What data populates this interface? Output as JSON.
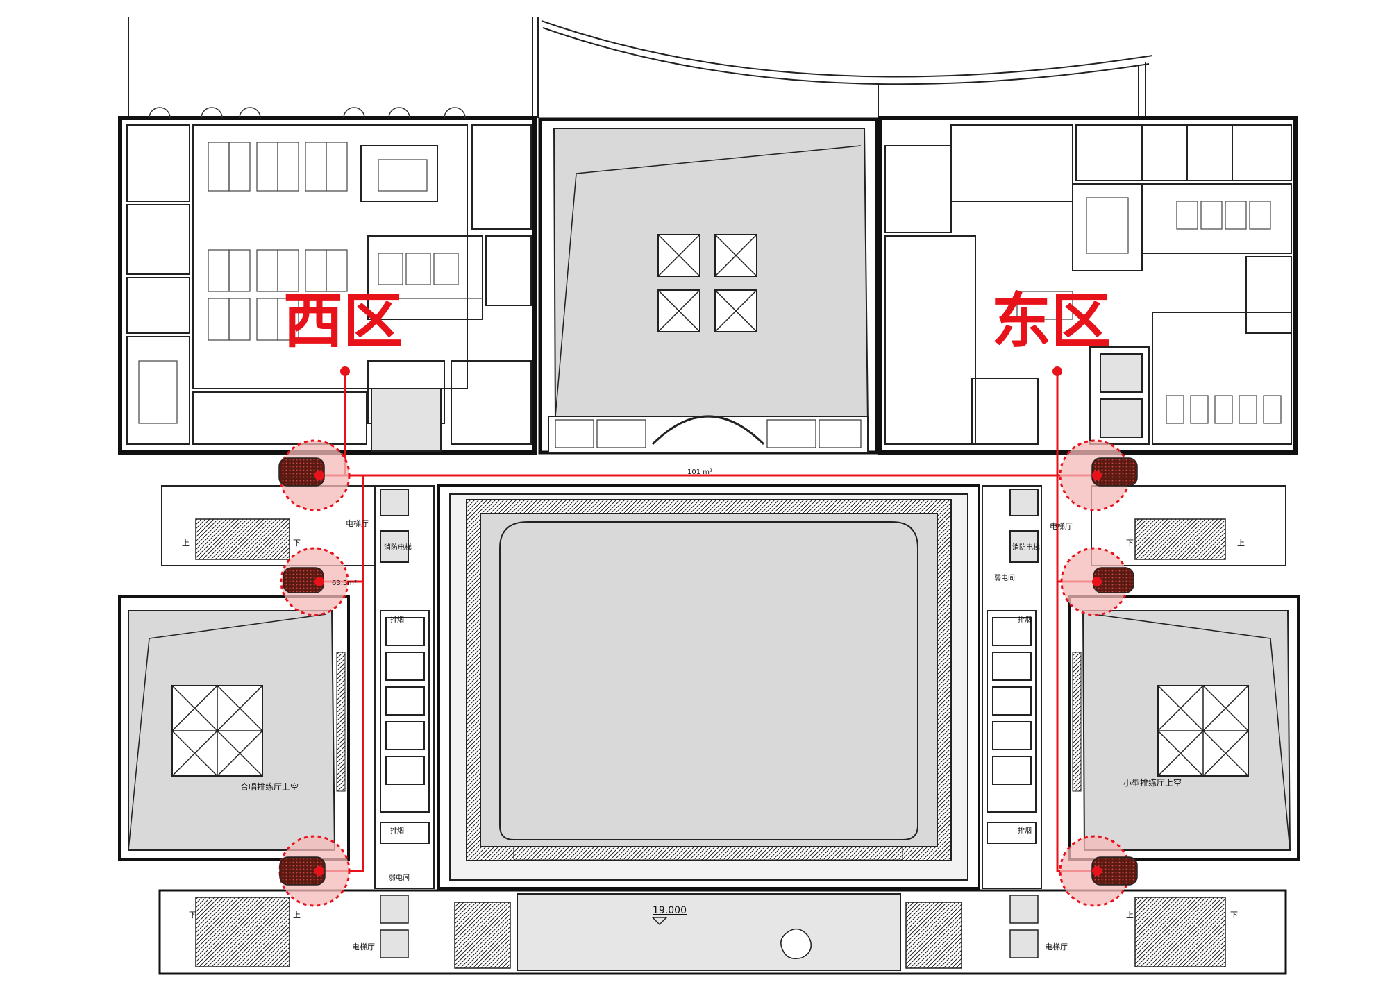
{
  "zones": {
    "west": "西区",
    "east": "东区"
  },
  "labels": {
    "left_hall": "合唱排练厅上空",
    "right_hall": "小型排练厅上空",
    "elevator_hall_ul": "电梯厅",
    "elevator_hall_ur": "电梯厅",
    "elevator_hall_ll": "电梯厅",
    "elevator_hall_lr": "电梯厅",
    "fire_elevator_l": "消防电梯",
    "fire_elevator_r": "消防电梯",
    "smoke_l1": "排烟",
    "smoke_l2": "排烟",
    "smoke_r1": "排烟",
    "smoke_r2": "排烟",
    "weak_room_l": "弱电间",
    "weak_room_r": "弱电间",
    "up_l": "上",
    "down_l": "下",
    "up_r": "上",
    "down_r": "下",
    "up_ll": "上",
    "down_ll": "下",
    "up_lr": "上",
    "down_lr": "下",
    "elevation": "19.000",
    "corridor_area": "101 m²",
    "area_small": "63.5m²"
  },
  "colors": {
    "route": "#e8121b",
    "marker_fill": "#f6b9b9",
    "device": "#5a1a12",
    "fill_gray": "#d9d9d9",
    "wall": "#111111"
  }
}
